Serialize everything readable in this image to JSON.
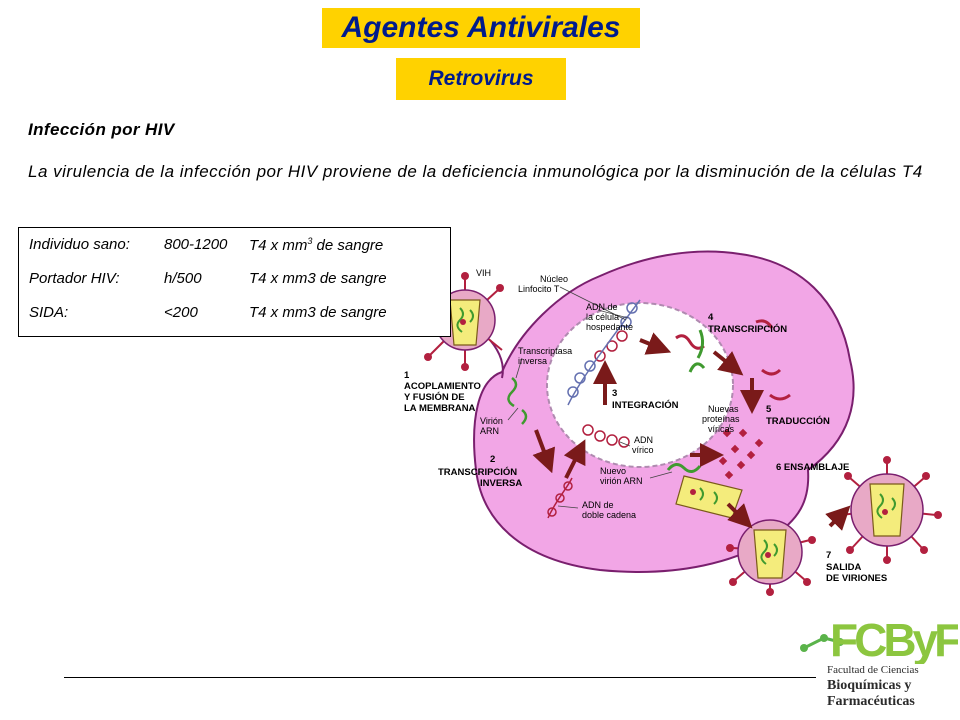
{
  "title": "Agentes Antivirales",
  "subtitle": "Retrovirus",
  "section_heading": "Infección por HIV",
  "paragraph": "La virulencia de la infección por HIV proviene de la deficiencia inmunológica por la disminución de la células T4",
  "counts": {
    "rows": [
      {
        "label": "Individuo sano:",
        "value": "800-1200",
        "unit": "T4 x mm",
        "unit_sup": "3",
        "unit_tail": " de sangre"
      },
      {
        "label": "Portador HIV:",
        "value": "h/500",
        "unit": "T4 x mm3 de sangre"
      },
      {
        "label": "SIDA:",
        "value": "<200",
        "unit": "T4 x mm3 de sangre"
      }
    ]
  },
  "diagram": {
    "labels": {
      "vih": "VIH",
      "nucleo_1": "Núcleo",
      "nucleo_2": "Linfocito T",
      "adn_celula_1": "ADN de",
      "adn_celula_2": "la célula",
      "adn_celula_3": "hospedante",
      "transcriptasa_1": "Transcriptasa",
      "transcriptasa_2": "inversa",
      "virion_arn_1": "Virión",
      "virion_arn_2": "ARN",
      "adn_virico_1": "ADN",
      "adn_virico_2": "vírico",
      "nuevo_virion_1": "Nuevo",
      "nuevo_virion_2": "virión ARN",
      "nuevas_proteinas_1": "Nuevas",
      "nuevas_proteinas_2": "proteínas",
      "nuevas_proteinas_3": "víricas",
      "adn_doble_1": "ADN de",
      "adn_doble_2": "doble cadena"
    },
    "steps": {
      "s1_num": "1",
      "s1_a": "ACOPLAMIENTO",
      "s1_b": "Y FUSIÓN DE",
      "s1_c": "LA MEMBRANA",
      "s2_num": "2",
      "s2_a": "TRANSCRIPCIÓN",
      "s2_b": "INVERSA",
      "s3_num": "3",
      "s3_a": "INTEGRACIÓN",
      "s4_num": "4",
      "s4_a": "TRANSCRIPCIÓN",
      "s5_num": "5",
      "s5_a": "TRADUCCIÓN",
      "s6_a": "6 ENSAMBLAJE",
      "s7_num": "7",
      "s7_a": "SALIDA",
      "s7_b": "DE VIRIONES"
    },
    "colors": {
      "cell": "#f2a6e6",
      "cell_stroke": "#7a1f6e",
      "virus": "#e8a9c6",
      "capsid": "#f4ec7c",
      "spike": "#b2203f",
      "arrow": "#7a1a1a",
      "rna_green": "#3f9a2f"
    }
  },
  "logo": {
    "mark": "FCByF",
    "line1": "Facultad de Ciencias",
    "line2": "Bioquímicas y",
    "line3": "Farmacéuticas"
  }
}
